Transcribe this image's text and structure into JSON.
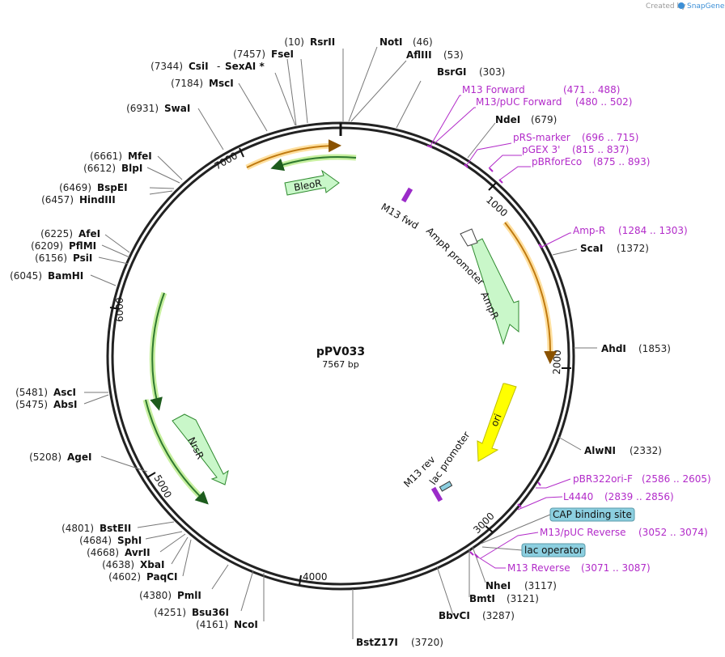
{
  "branding": {
    "created_by": "Created by",
    "product": "SnapGene"
  },
  "plasmid": {
    "name": "pPV033",
    "length_label": "7567 bp",
    "length_bp": 7567
  },
  "ticks": [
    "1000",
    "2000",
    "3000",
    "4000",
    "5000",
    "6000",
    "7000"
  ],
  "sites": [
    {
      "name": "RsrII",
      "pos": "(10)"
    },
    {
      "name": "NotI",
      "pos": "(46)"
    },
    {
      "name": "AflIII",
      "pos": "(53)"
    },
    {
      "name": "BsrGI",
      "pos": "(303)"
    },
    {
      "name": "NdeI",
      "pos": "(679)"
    },
    {
      "name": "ScaI",
      "pos": "(1372)"
    },
    {
      "name": "AhdI",
      "pos": "(1853)"
    },
    {
      "name": "AlwNI",
      "pos": "(2332)"
    },
    {
      "name": "NheI",
      "pos": "(3117)"
    },
    {
      "name": "BmtI",
      "pos": "(3121)"
    },
    {
      "name": "BbvCI",
      "pos": "(3287)"
    },
    {
      "name": "BstZ17I",
      "pos": "(3720)"
    },
    {
      "name": "NcoI",
      "pos": "(4161)"
    },
    {
      "name": "Bsu36I",
      "pos": "(4251)"
    },
    {
      "name": "PmlI",
      "pos": "(4380)"
    },
    {
      "name": "PaqCI",
      "pos": "(4602)"
    },
    {
      "name": "XbaI",
      "pos": "(4638)"
    },
    {
      "name": "AvrII",
      "pos": "(4668)"
    },
    {
      "name": "SphI",
      "pos": "(4684)"
    },
    {
      "name": "BstEII",
      "pos": "(4801)"
    },
    {
      "name": "AgeI",
      "pos": "(5208)"
    },
    {
      "name": "AbsI",
      "pos": "(5475)"
    },
    {
      "name": "AscI",
      "pos": "(5481)"
    },
    {
      "name": "BamHI",
      "pos": "(6045)"
    },
    {
      "name": "PsiI",
      "pos": "(6156)"
    },
    {
      "name": "PflMI",
      "pos": "(6209)"
    },
    {
      "name": "AfeI",
      "pos": "(6225)"
    },
    {
      "name": "HindIII",
      "pos": "(6457)"
    },
    {
      "name": "BspEI",
      "pos": "(6469)"
    },
    {
      "name": "BlpI",
      "pos": "(6612)"
    },
    {
      "name": "MfeI",
      "pos": "(6661)"
    },
    {
      "name": "SwaI",
      "pos": "(6931)"
    },
    {
      "name": "MscI",
      "pos": "(7184)"
    },
    {
      "name": "CsiI",
      "pos": "(7344)"
    },
    {
      "name": "SexAI *",
      "pos": ""
    },
    {
      "name": "FseI",
      "pos": "(7457)"
    }
  ],
  "primers": [
    {
      "name": "M13 Forward",
      "range": "(471 .. 488)"
    },
    {
      "name": "M13/pUC Forward",
      "range": "(480 .. 502)"
    },
    {
      "name": "pRS-marker",
      "range": "(696 .. 715)"
    },
    {
      "name": "pGEX 3'",
      "range": "(815 .. 837)"
    },
    {
      "name": "pBRforEco",
      "range": "(875 .. 893)"
    },
    {
      "name": "Amp-R",
      "range": "(1284 .. 1303)"
    },
    {
      "name": "pBR322ori-F",
      "range": "(2586 .. 2605)"
    },
    {
      "name": "L4440",
      "range": "(2839 .. 2856)"
    },
    {
      "name": "M13/pUC Reverse",
      "range": "(3052 .. 3074)"
    },
    {
      "name": "M13 Reverse",
      "range": "(3071 .. 3087)"
    }
  ],
  "boxed_features": [
    "CAP binding site",
    "lac operator"
  ],
  "features": {
    "bleor": "BleoR",
    "nrsr": "NrsR",
    "ori": "ori",
    "ampr": "AmpR",
    "ampr_promoter": "AmpR promoter",
    "m13_fwd": "M13 fwd",
    "m13_rev": "M13 rev",
    "lac_promoter": "lac promoter"
  },
  "colors": {
    "backbone": "#222222",
    "primer": "#b22bc9",
    "orf_green": "#c9f7c9",
    "ori_yellow": "#ffff00",
    "orange_arc": "#e49a2a",
    "green_arc": "#2f8a2f",
    "box_fill": "#8ccfe0"
  }
}
